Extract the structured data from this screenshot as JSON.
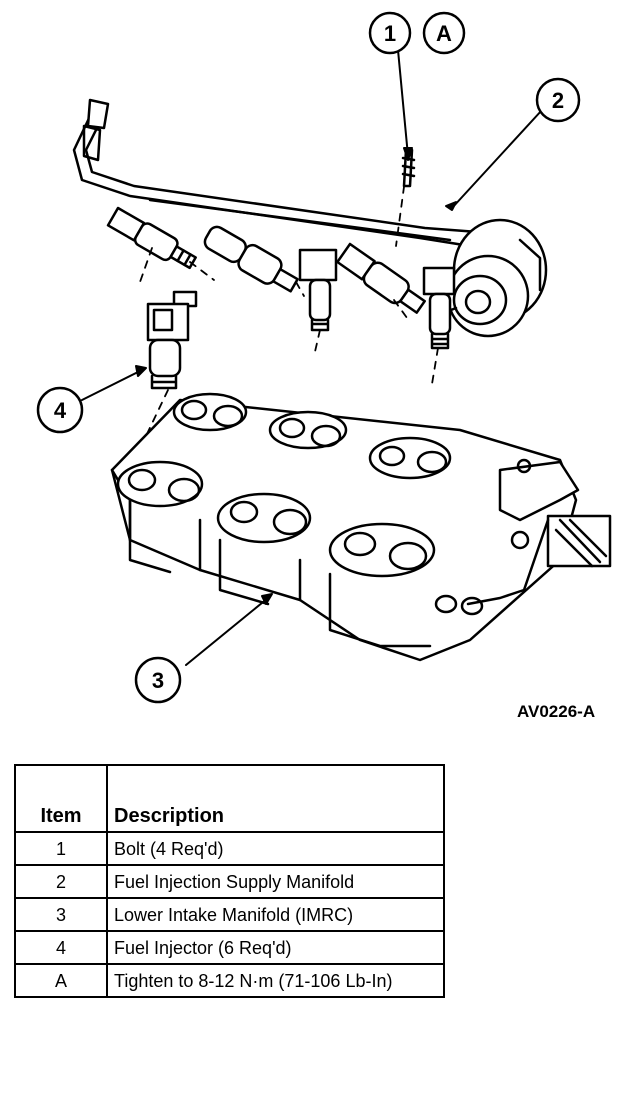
{
  "callouts": {
    "c1": "1",
    "cA": "A",
    "c2": "2",
    "c3": "3",
    "c4": "4"
  },
  "figure_code": "AV0226-A",
  "table": {
    "headers": [
      "Item",
      "Description"
    ],
    "rows": [
      {
        "item": "1",
        "description": "Bolt (4 Req'd)"
      },
      {
        "item": "2",
        "description": "Fuel Injection Supply Manifold"
      },
      {
        "item": "3",
        "description": "Lower Intake Manifold (IMRC)"
      },
      {
        "item": "4",
        "description": "Fuel Injector (6 Req'd)"
      },
      {
        "item": "A",
        "description": "Tighten to 8-12 N·m (71-106 Lb-In)"
      }
    ]
  }
}
